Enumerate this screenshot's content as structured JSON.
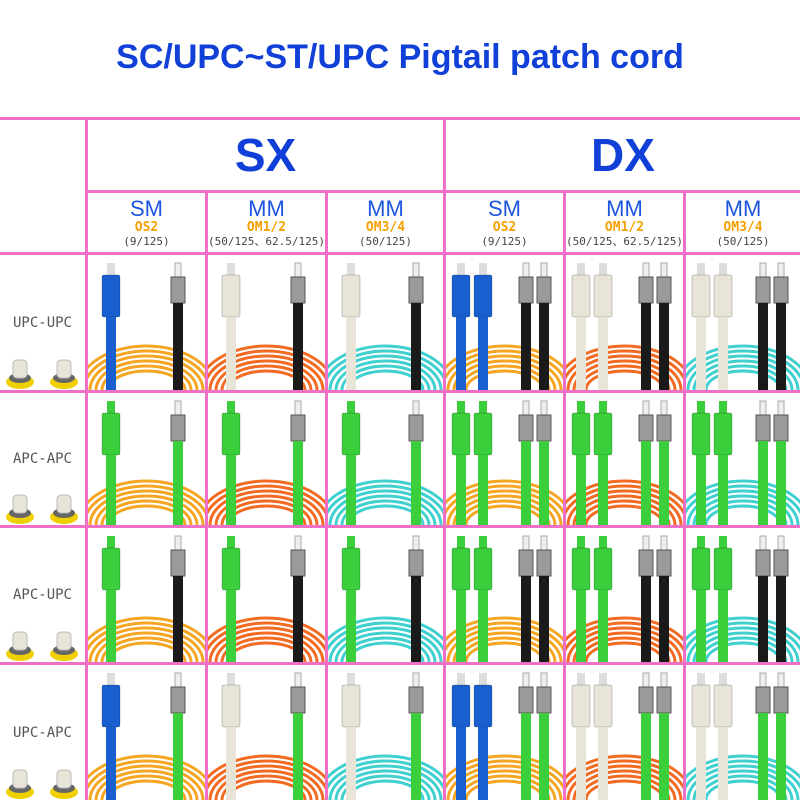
{
  "title": "SC/UPC~ST/UPC Pigtail patch cord",
  "groups": [
    "SX",
    "DX"
  ],
  "columns": [
    {
      "type": "SM",
      "grade": "OS2",
      "fiber": "(9/125)",
      "cable": "#f5a623",
      "duplex": false
    },
    {
      "type": "MM",
      "grade": "OM1/2",
      "fiber": "(50/125、62.5/125)",
      "cable": "#f26b22",
      "duplex": false
    },
    {
      "type": "MM",
      "grade": "OM3/4",
      "fiber": "(50/125)",
      "cable": "#40d0d0",
      "duplex": false
    },
    {
      "type": "SM",
      "grade": "OS2",
      "fiber": "(9/125)",
      "cable": "#f5a623",
      "duplex": true
    },
    {
      "type": "MM",
      "grade": "OM1/2",
      "fiber": "(50/125、62.5/125)",
      "cable": "#f26b22",
      "duplex": true
    },
    {
      "type": "MM",
      "grade": "OM3/4",
      "fiber": "(50/125)",
      "cable": "#40d0d0",
      "duplex": true
    }
  ],
  "rows": [
    {
      "label": "UPC-UPC",
      "sc": "upc",
      "st": "upc"
    },
    {
      "label": "APC-APC",
      "sc": "apc",
      "st": "apc"
    },
    {
      "label": "APC-UPC",
      "sc": "apc",
      "st": "upc"
    },
    {
      "label": "UPC-APC",
      "sc": "upc",
      "st": "apc"
    }
  ],
  "colors": {
    "blue": "#1a5fd0",
    "beige": "#e8e4d8",
    "green": "#3ccf3c",
    "black": "#1a1a1a"
  }
}
